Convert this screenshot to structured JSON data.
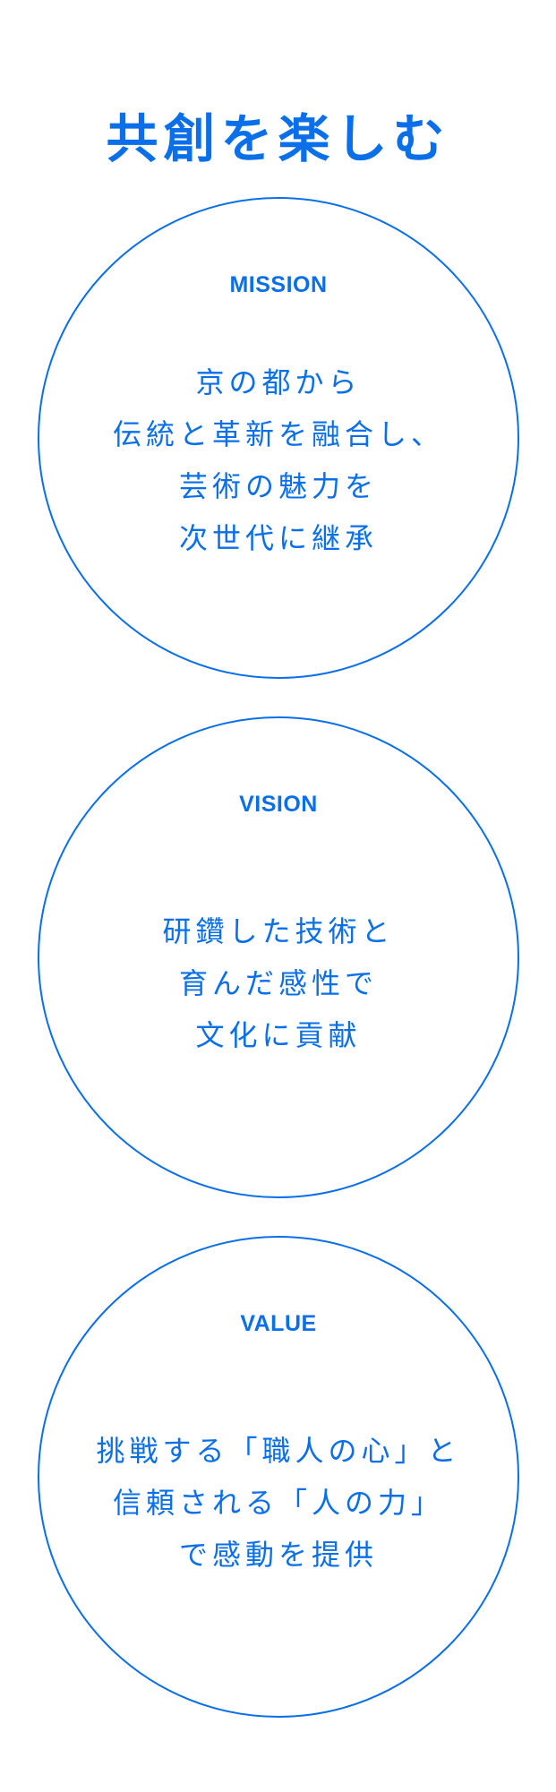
{
  "page": {
    "title": "共創を楽しむ"
  },
  "sections": [
    {
      "label": "MISSION",
      "lines": [
        "京の都から",
        "伝統と革新を融合し、",
        "芸術の魅力を",
        "次世代に継承"
      ]
    },
    {
      "label": "VISION",
      "lines": [
        "研鑽した技術と",
        "育んだ感性で",
        "文化に貢献"
      ]
    },
    {
      "label": "VALUE",
      "lines": [
        "挑戦する「職人の心」と",
        "信頼される「人の力」",
        "で感動を提供"
      ]
    }
  ],
  "colors": {
    "accent": "#0a6fe8",
    "background": "#ffffff"
  }
}
